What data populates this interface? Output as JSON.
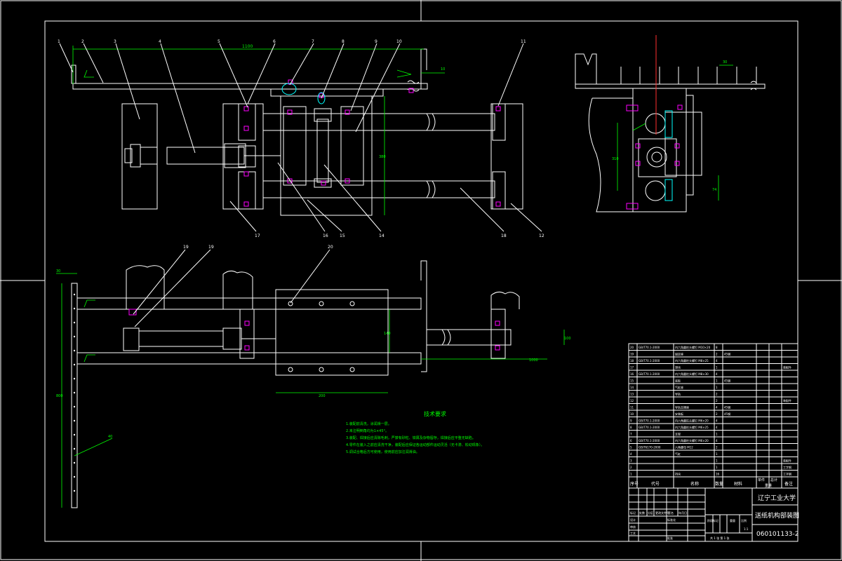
{
  "colors": {
    "background": "#000000",
    "outline": "#ffffff",
    "dimension": "#00ff00",
    "hidden": "#ff00ff",
    "center": "#ff3030"
  },
  "balloons": {
    "top": [
      "1",
      "2",
      "3",
      "4",
      "5",
      "6",
      "7",
      "8",
      "9",
      "10",
      "11"
    ],
    "bottom": [
      "17",
      "16",
      "15",
      "14",
      "18",
      "12"
    ],
    "front": [
      "19",
      "19",
      "20"
    ]
  },
  "dimensions": {
    "top_length": "1100",
    "top_right": "10",
    "top_height": "380",
    "side_height": "310",
    "side_right": "74",
    "side_top": "30",
    "front_left": "30",
    "front_vertical": "800",
    "front_mid": "140",
    "front_right": "100",
    "front_bottom": "200",
    "front_width": "1000",
    "front_right2": "40"
  },
  "notes": {
    "heading": "技术要求",
    "items": [
      "1.装配前清洗，涂润滑一层。",
      "2.未注明倒角均为1×45°。",
      "3.装配、焊接后应清除毛刺，严禁有砂粒、铁屑及杂物留存，焊接后应平整无缺陷。",
      "4.零件在装入之前应清洗干净，装配后应保证各运动部件运动灵活（无卡滞、松动现象）。",
      "5.调试合格后方可使用，使用前应加注润滑油。"
    ]
  },
  "bom": {
    "rows": [
      [
        "20",
        "GB/T70.1-2000",
        "内六角圆柱头螺钉 M10×20",
        "8",
        "",
        ""
      ],
      [
        "19",
        "",
        "固定座",
        "2",
        "45钢",
        ""
      ],
      [
        "18",
        "GB/T70.1-2000",
        "内六角圆柱头螺钉 M8×25",
        "4",
        "",
        ""
      ],
      [
        "17",
        "",
        "滑块",
        "1",
        "",
        "装配件"
      ],
      [
        "16",
        "GB/T70.1-2000",
        "内六角圆柱头螺钉 M8×30",
        "4",
        "",
        ""
      ],
      [
        "15",
        "",
        "底板",
        "1",
        "45钢",
        ""
      ],
      [
        "14",
        "",
        "气缸座",
        "1",
        "",
        ""
      ],
      [
        "13",
        "",
        "导轨",
        "2",
        "",
        ""
      ],
      [
        "12",
        "",
        "",
        "2",
        "",
        "装配件"
      ],
      [
        "11",
        "",
        "导轨支撑座",
        "4",
        "45钢",
        ""
      ],
      [
        "10",
        "",
        "安装板",
        "2",
        "45钢",
        ""
      ],
      [
        "9",
        "GB/T70.1-2000",
        "内六角圆柱头螺钉 M6×20",
        "4",
        "",
        ""
      ],
      [
        "8",
        "GB/T70.1-2000",
        "内六角圆柱头螺钉 M6×25",
        "4",
        "",
        ""
      ],
      [
        "7",
        "",
        "支架",
        "1",
        "",
        ""
      ],
      [
        "6",
        "GB/T70.1-2000",
        "内六角圆柱头螺钉 M6×20",
        "4",
        "",
        ""
      ],
      [
        "5",
        "GB/T6170-2000",
        "六角螺母 M12",
        "2",
        "",
        ""
      ],
      [
        "4",
        "",
        "气缸",
        "1",
        "",
        ""
      ],
      [
        "3",
        "",
        "",
        "1",
        "",
        "装配件"
      ],
      [
        "2",
        "",
        "",
        "1",
        "",
        "工字钢"
      ],
      [
        "1",
        "",
        "挡块",
        "16",
        "",
        "工字钢"
      ]
    ],
    "headers": [
      "序号",
      "代号",
      "名称",
      "数量",
      "材料",
      "单件",
      "总计",
      "备注"
    ],
    "header_weight": "重量"
  },
  "title_block": {
    "school": "辽宁工业大学",
    "drawing_title": "送纸机构部装图",
    "drawing_number": "060101133-2",
    "scale_label": "比例",
    "scale": "1:1",
    "weight_label": "重量",
    "stage_label": "阶段标记",
    "sheet_info": "共 1 张  第 1 张",
    "rows": {
      "mark": "标记",
      "count": "处数",
      "zone": "分区",
      "doc": "更改文件号",
      "sign": "签名",
      "date": "年月日",
      "design": "设计",
      "std": "标准化",
      "check": "审核",
      "process": "工艺",
      "approve": "批准"
    }
  }
}
